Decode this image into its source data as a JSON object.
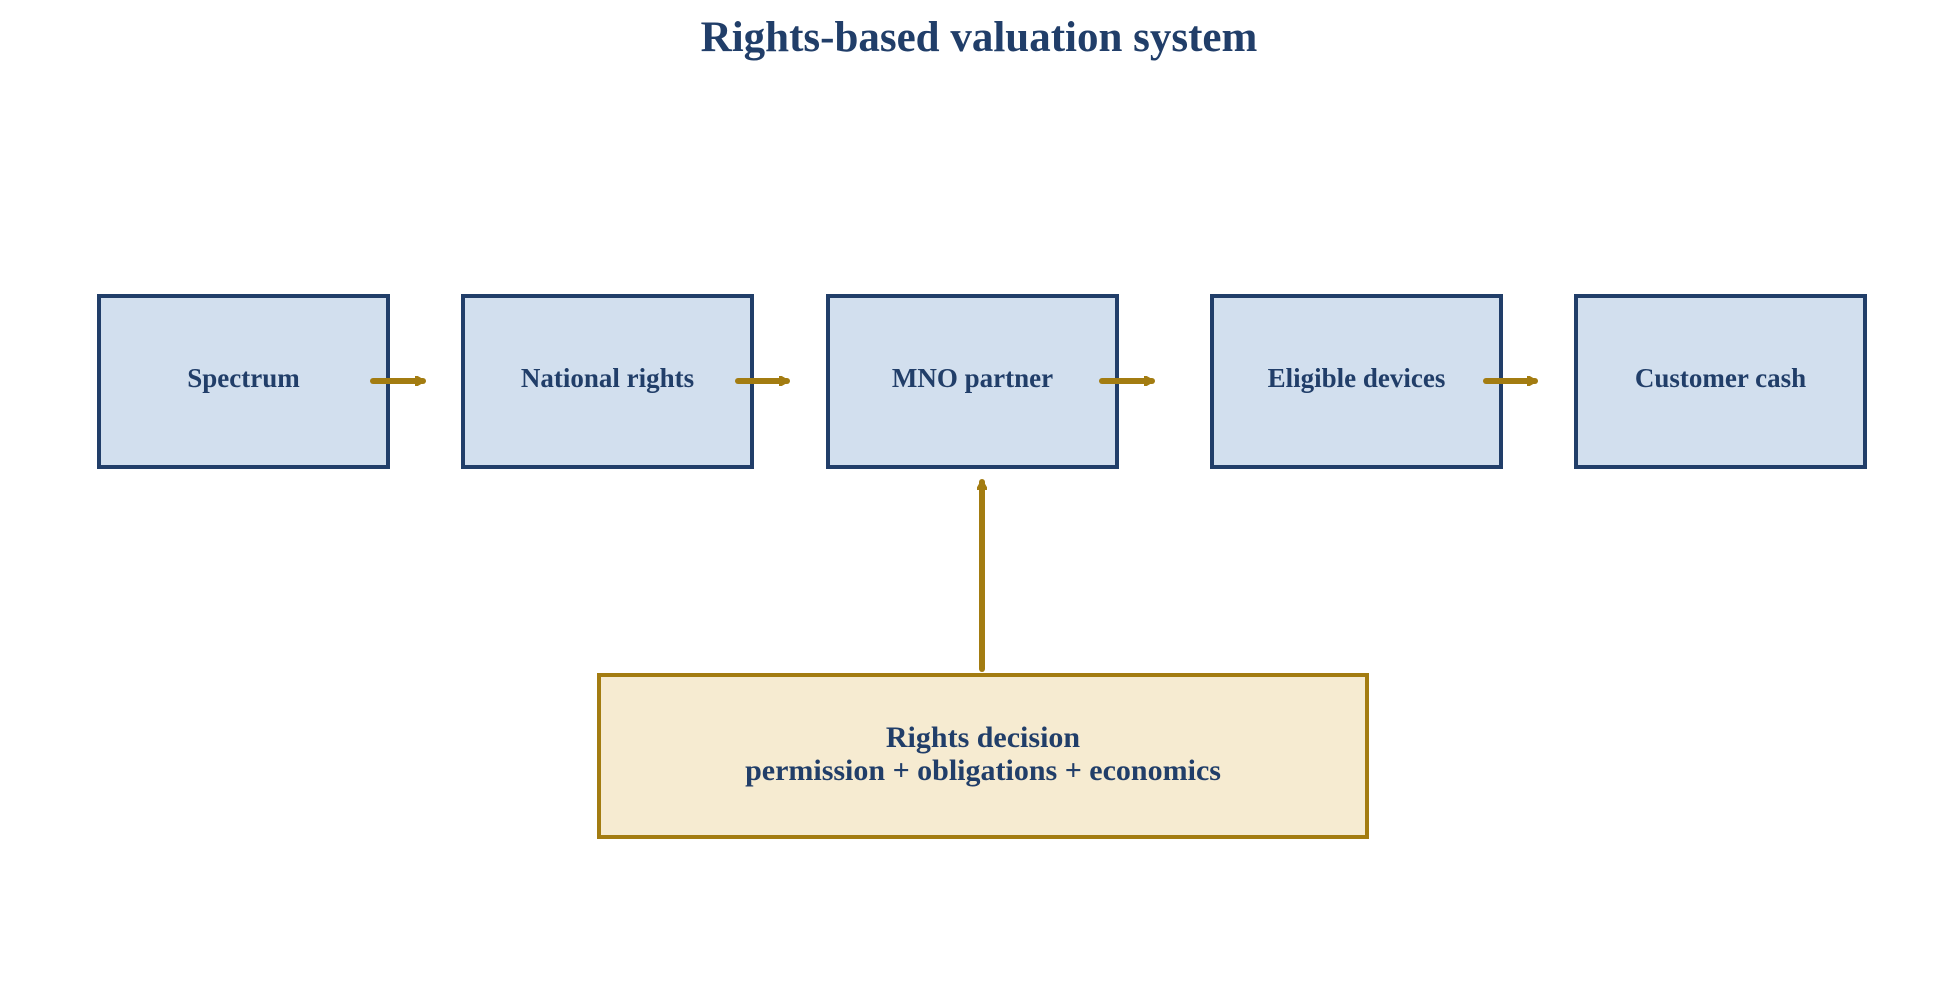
{
  "title": "Rights-based valuation system",
  "nodes": [
    {
      "id": "spectrum",
      "label": "Spectrum"
    },
    {
      "id": "national-rights",
      "label": "National rights"
    },
    {
      "id": "mno-partner",
      "label": "MNO partner"
    },
    {
      "id": "eligible-devices",
      "label": "Eligible devices"
    },
    {
      "id": "customer-cash",
      "label": "Customer cash"
    }
  ],
  "decision": {
    "line1": "Rights decision",
    "line2": "permission + obligations + economics"
  },
  "colors": {
    "navy": "#213e69",
    "node_fill": "#d2dfee",
    "gold": "#a37c11",
    "decision_fill": "#f6ebd1",
    "background": "#ffffff"
  }
}
